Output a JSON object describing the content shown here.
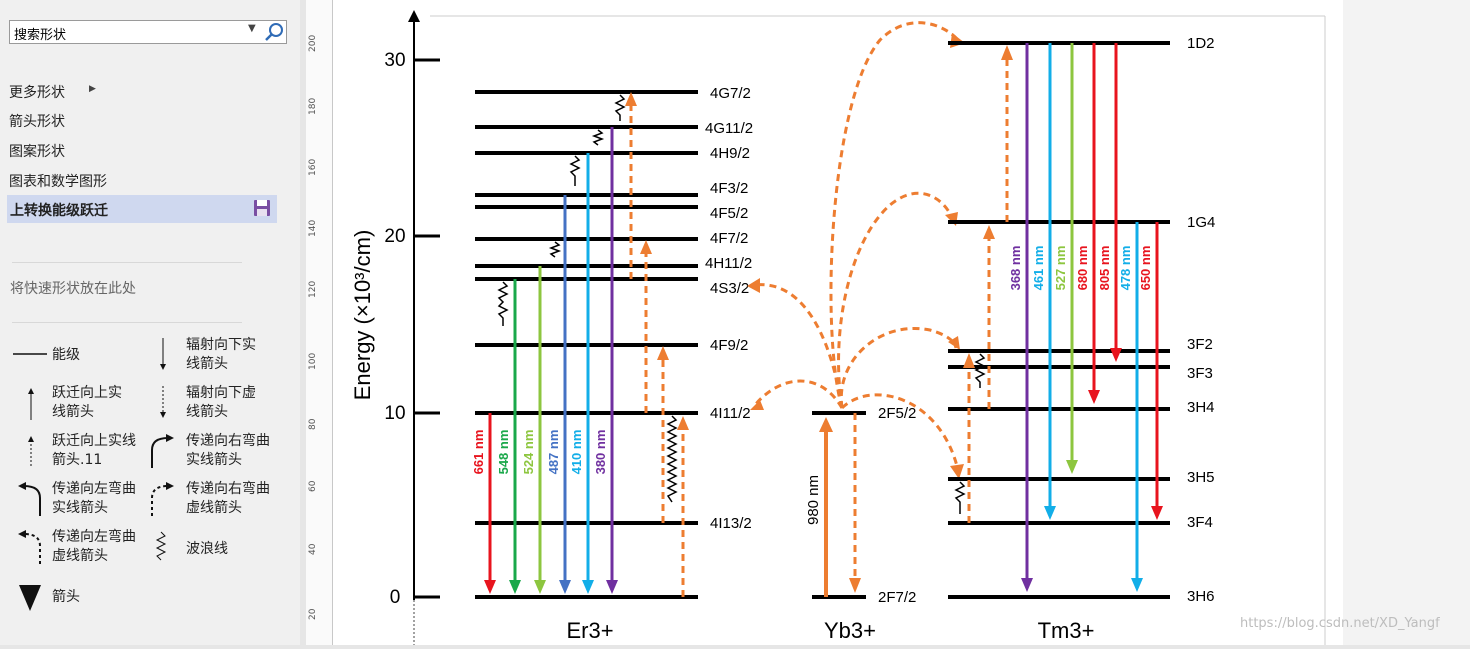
{
  "sidebar": {
    "search_value": "搜索形状",
    "menu": [
      "更多形状",
      "箭头形状",
      "图案形状",
      "图表和数学图形"
    ],
    "selected_menu": "上转换能级跃迁",
    "quick_hint": "将快速形状放在此处",
    "shapes": [
      {
        "label": "能级"
      },
      {
        "label": "辐射向下实线箭头"
      },
      {
        "label": "跃迁向上实线箭头"
      },
      {
        "label": "辐射向下虚线箭头"
      },
      {
        "label": "跃迁向上实线箭头.11"
      },
      {
        "label": "传递向右弯曲实线箭头"
      },
      {
        "label": "传递向左弯曲实线箭头"
      },
      {
        "label": "传递向右弯曲虚线箭头"
      },
      {
        "label": "传递向左弯曲虚线箭头"
      },
      {
        "label": "波浪线"
      },
      {
        "label": "箭头"
      }
    ]
  },
  "ruler": {
    "labels": [
      "200",
      "180",
      "160",
      "140",
      "120",
      "100",
      "80",
      "60",
      "40",
      "20"
    ]
  },
  "diagram": {
    "y_axis_label": "Energy (×10³/cm)",
    "y_ticks": [
      "0",
      "10",
      "20",
      "30"
    ],
    "ions": {
      "er": "Er3+",
      "yb": "Yb3+",
      "tm": "Tm3+"
    },
    "er_levels": [
      "4G7/2",
      "4G11/2",
      "4H9/2",
      "4F3/2",
      "4F5/2",
      "4F7/2",
      "4H11/2",
      "4S3/2",
      "4F9/2",
      "4I11/2",
      "4I13/2"
    ],
    "yb_levels": [
      "2F5/2",
      "2F7/2"
    ],
    "tm_levels": [
      "1D2",
      "1G4",
      "3F2",
      "3F3",
      "3H4",
      "3H5",
      "3F4",
      "3H6"
    ],
    "er_emissions": [
      "661 nm",
      "548 nm",
      "524 nm",
      "487 nm",
      "410 nm",
      "380 nm"
    ],
    "yb_excitation": "980 nm",
    "tm_emissions": [
      "368 nm",
      "461 nm",
      "527 nm",
      "680 nm",
      "805 nm",
      "478 nm",
      "650 nm"
    ],
    "colors": {
      "red": "#e8141e",
      "green": "#1aa84a",
      "lightgreen": "#8dc63f",
      "blue": "#4472c4",
      "cyan": "#12aee8",
      "purple": "#7030a0",
      "orange": "#ed7d31"
    }
  },
  "watermark": "https://blog.csdn.net/XD_Yangf"
}
